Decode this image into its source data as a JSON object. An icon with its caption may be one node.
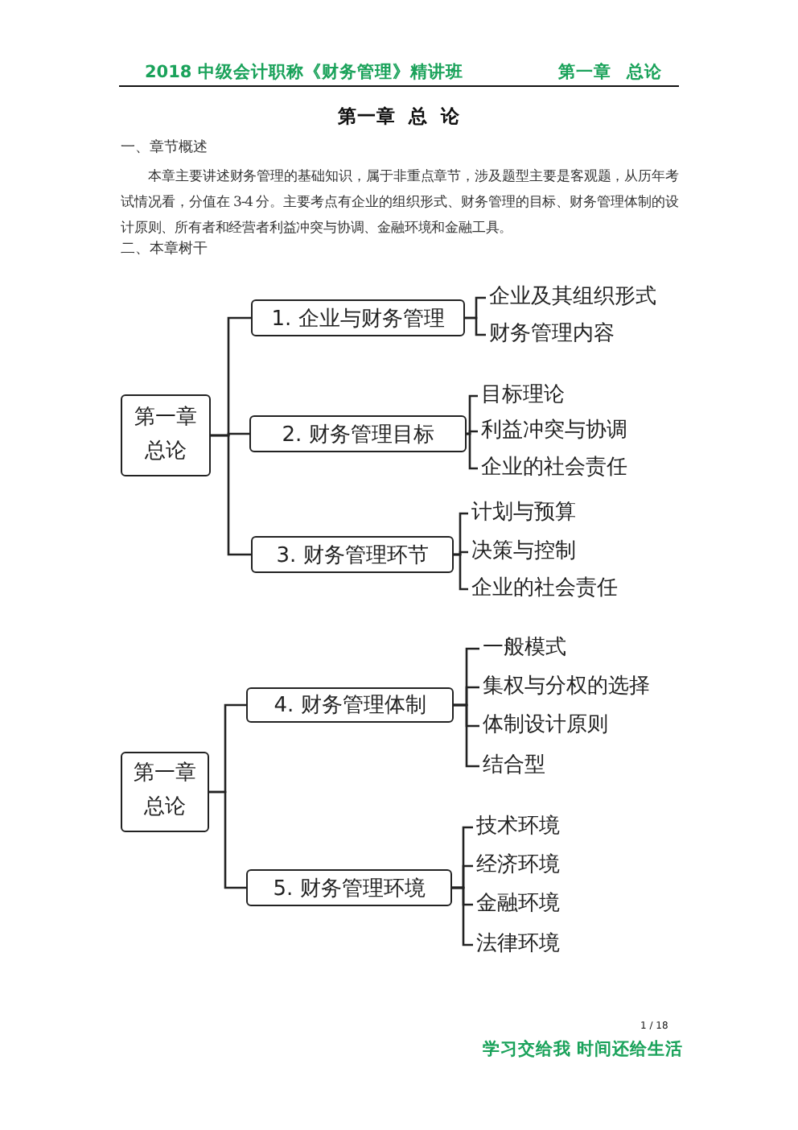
{
  "diagram": {
    "title": "第一章 总 论",
    "nodes": [
      {
        "text": [
          "第一章总论"
        ]
      },
      {
        "text": [
          "1. 企业与财务管理"
        ]
      },
      {
        "text": [
          "企业及其组织形式"
        ]
      },
      {
        "text": [
          "财务管理内容"
        ]
      },
      {
        "text": [
          "2. 财务管理目标"
        ]
      },
      {
        "text": [
          "目标理论"
        ]
      },
      {
        "text": [
          "利益冲突与协调"
        ]
      },
      {
        "text": [
          "企业的社会责任"
        ]
      },
      {
        "text": [
          "3. 财务管理环节"
        ]
      },
      {
        "text": [
          "计划与预算"
        ]
      },
      {
        "text": [
          "决策与控制"
        ]
      },
      {
        "text": [
          "企业的社会责任"
        ]
      },
      {
        "text": [
          "第一章总论"
        ]
      },
      {
        "text": [
          "4. 财务管理体制"
        ]
      },
      {
        "text": [
          "一般模式"
        ]
      },
      {
        "text": [
          "集权与分权的选择"
        ]
      },
      {
        "text": [
          "体制设计原则"
        ]
      },
      {
        "text": [
          "结合型"
        ]
      },
      {
        "text": [
          "5. 财务管理环境"
        ]
      },
      {
        "text": [
          "技术环境"
        ]
      },
      {
        "text": [
          "经济环境"
        ]
      },
      {
        "text": [
          "金融环境"
        ]
      },
      {
        "text": [
          "法律环境"
        ]
      }
    ],
    "edges": [
      {
        "from": 0,
        "to": 1,
        "arrow": "none"
      },
      {
        "from": 0,
        "to": 4,
        "arrow": "none"
      },
      {
        "from": 0,
        "to": 8,
        "arrow": "none"
      },
      {
        "from": 1,
        "to": 2,
        "arrow": "none"
      },
      {
        "from": 1,
        "to": 3,
        "arrow": "none"
      },
      {
        "from": 4,
        "to": 5,
        "arrow": "none"
      },
      {
        "from": 4,
        "to": 6,
        "arrow": "none"
      },
      {
        "from": 4,
        "to": 7,
        "arrow": "none"
      },
      {
        "from": 8,
        "to": 9,
        "arrow": "none"
      },
      {
        "from": 8,
        "to": 10,
        "arrow": "none"
      },
      {
        "from": 8,
        "to": 11,
        "arrow": "none"
      },
      {
        "from": 12,
        "to": 13,
        "arrow": "none"
      },
      {
        "from": 12,
        "to": 18,
        "arrow": "none"
      },
      {
        "from": 13,
        "to": 14,
        "arrow": "none"
      },
      {
        "from": 13,
        "to": 15,
        "arrow": "none"
      },
      {
        "from": 13,
        "to": 16,
        "arrow": "none"
      },
      {
        "from": 13,
        "to": 17,
        "arrow": "none"
      },
      {
        "from": 18,
        "to": 19,
        "arrow": "none"
      },
      {
        "from": 18,
        "to": 20,
        "arrow": "none"
      },
      {
        "from": 18,
        "to": 21,
        "arrow": "none"
      },
      {
        "from": 18,
        "to": 22,
        "arrow": "none"
      }
    ],
    "labels": [
      "2018 中级会计职称《财务管理》精讲班",
      "第一章 总论",
      "一、章节概述",
      "本章主要讲述财务管理的基础知识，属于非重点章节，涉及题型主要是客观题，从历年考试情况看，分值在 3-4 分。主要考点有企业的组织形式、财务管理的目标、财务管理体制的设计原则、所有者和经营者利益冲突与协调、金融环境和金融工具。",
      "二、本章树干",
      "1 / 18",
      "学习交给我 时间还给生活"
    ]
  }
}
